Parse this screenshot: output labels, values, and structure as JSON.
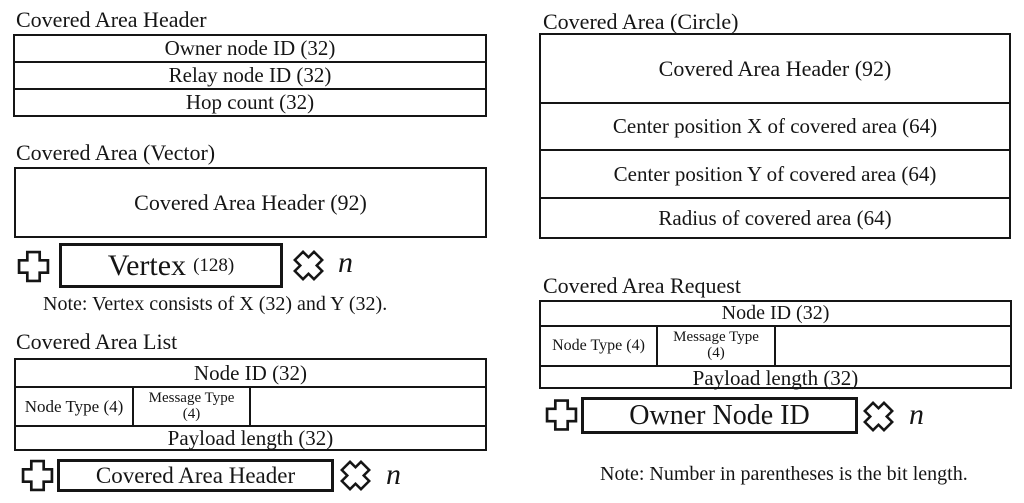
{
  "colors": {
    "ink": "#151515",
    "background": "#ffffff"
  },
  "sections": {
    "covered_area_header": {
      "title": "Covered Area Header",
      "rows": [
        "Owner node ID (32)",
        "Relay node ID (32)",
        "Hop count (32)"
      ]
    },
    "covered_area_vector": {
      "title": "Covered Area (Vector)",
      "header_field": "Covered Area Header (92)",
      "repeat": {
        "label": "Vertex",
        "bits": "(128)",
        "count": "n"
      },
      "note": "Note: Vertex consists of X (32) and Y (32)."
    },
    "covered_area_list": {
      "title": "Covered Area List",
      "node_id": "Node ID (32)",
      "node_type": "Node Type (4)",
      "message_type_line1": "Message Type",
      "message_type_line2": "(4)",
      "payload_length": "Payload length (32)",
      "repeat": {
        "label": "Covered Area Header",
        "count": "n"
      }
    },
    "covered_area_circle": {
      "title": "Covered Area (Circle)",
      "rows": [
        "Covered Area Header (92)",
        "Center position X of covered area (64)",
        "Center position Y of covered area (64)",
        "Radius of covered area (64)"
      ]
    },
    "covered_area_request": {
      "title": "Covered Area Request",
      "node_id": "Node ID (32)",
      "node_type": "Node Type (4)",
      "message_type_line1": "Message Type",
      "message_type_line2": "(4)",
      "payload_length": "Payload length (32)",
      "repeat": {
        "label": "Owner Node ID",
        "count": "n"
      },
      "note": "Note: Number in parentheses is the bit length."
    }
  },
  "icons": {
    "add": "plus-icon",
    "multiply": "multiply-icon"
  }
}
